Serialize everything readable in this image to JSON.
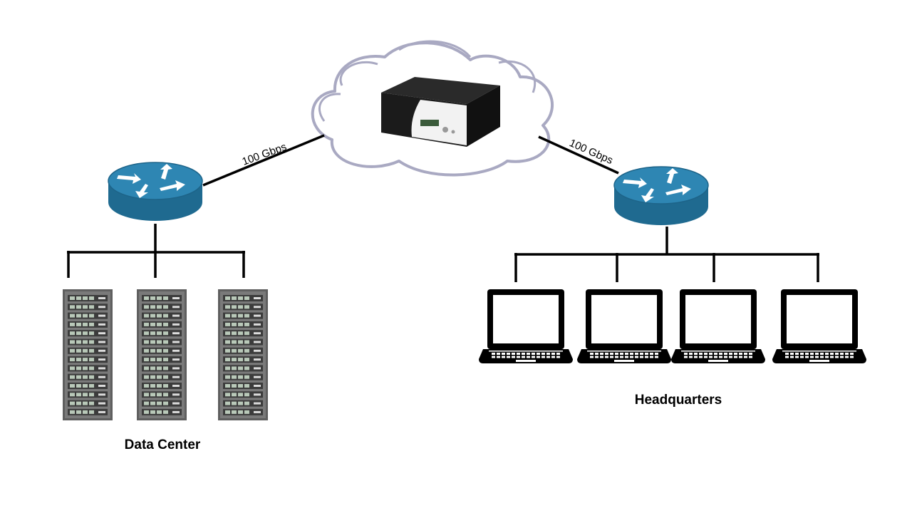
{
  "labels": {
    "link_left": "100 Gbps",
    "link_right": "100 Gbps",
    "data_center": "Data Center",
    "headquarters": "Headquarters"
  },
  "icons": {
    "cloud": "cloud-icon",
    "appliance": "network-appliance-icon",
    "router": "router-icon",
    "server": "server-rack-icon",
    "laptop": "laptop-icon"
  },
  "colors": {
    "router_top": "#2e7fa8",
    "router_side": "#1f6a90",
    "cloud_outline": "#a9a9c2",
    "server_body": "#6e6e6e",
    "line": "#000000"
  }
}
